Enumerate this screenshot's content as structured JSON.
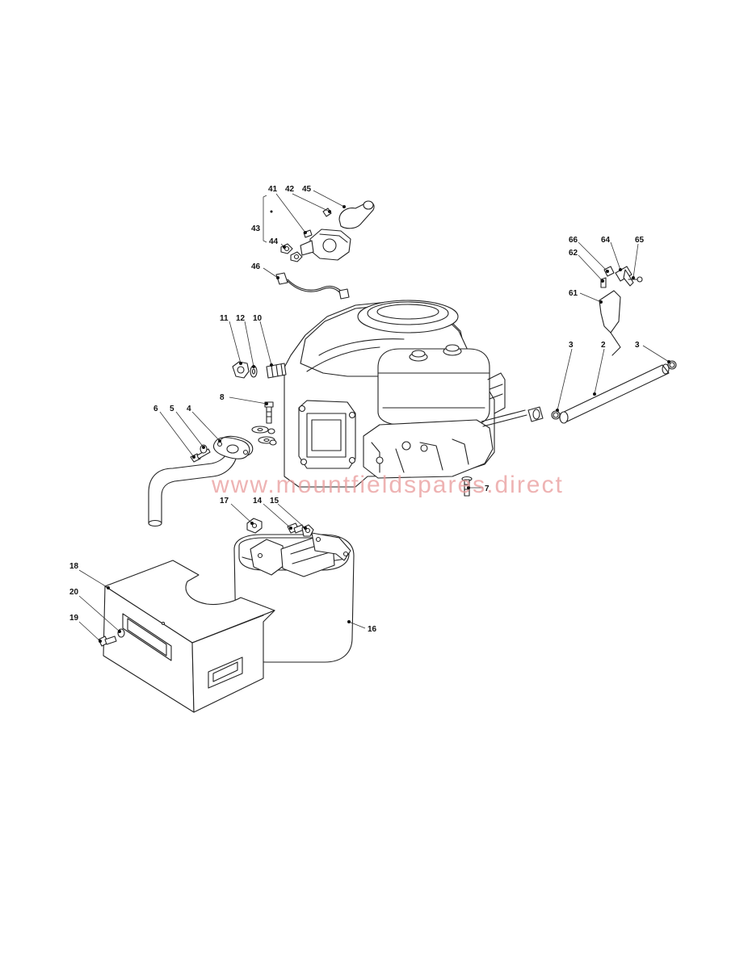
{
  "watermark": "www.mountfieldspares.direct",
  "callouts": {
    "c41": "41",
    "c42": "42",
    "c45": "45",
    "c43": "43",
    "c44": "44",
    "c46": "46",
    "c66": "66",
    "c64": "64",
    "c65": "65",
    "c62": "62",
    "c61": "61",
    "c11": "11",
    "c12": "12",
    "c10": "10",
    "c8": "8",
    "c6": "6",
    "c5": "5",
    "c4": "4",
    "c3a": "3",
    "c2": "2",
    "c3b": "3",
    "c7": "7",
    "c17": "17",
    "c14": "14",
    "c15": "15",
    "c18": "18",
    "c20": "20",
    "c19": "19",
    "c16": "16"
  },
  "colors": {
    "linework": "#222222",
    "watermark": "#e89a9a",
    "background": "#ffffff"
  }
}
